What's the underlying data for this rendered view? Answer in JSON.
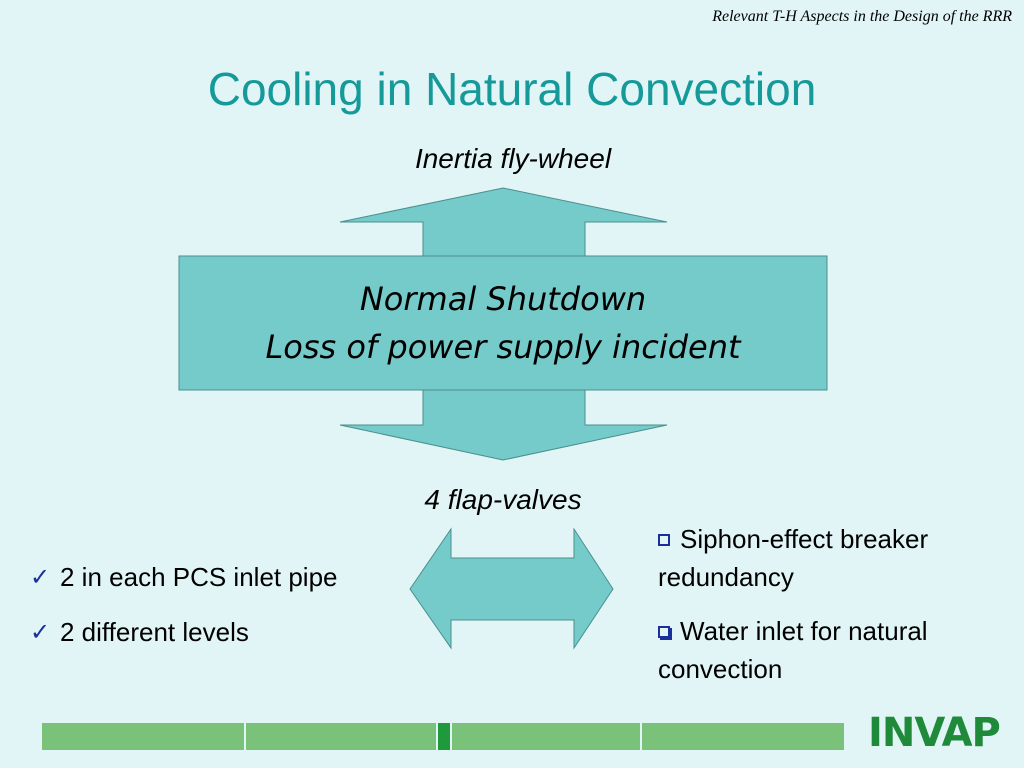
{
  "header": {
    "note": "Relevant T-H Aspects in the Design of the RRR"
  },
  "title": "Cooling  in Natural Convection",
  "diagram": {
    "top_label": "Inertia fly-wheel",
    "center_line1": "Normal Shutdown",
    "center_line2": "Loss of  power supply incident",
    "bottom_label": "4 flap-valves",
    "fill_color": "#75cbc9",
    "stroke_color": "#4a8f8d"
  },
  "left_list": {
    "items": [
      {
        "icon": "check-icon",
        "text": "2 in each PCS inlet pipe"
      },
      {
        "icon": "check-icon",
        "text": "2 different levels"
      }
    ]
  },
  "right_list": {
    "items": [
      {
        "icon": "square-bullet-icon",
        "text": "Siphon-effect breaker redundancy"
      },
      {
        "icon": "square-bullet-icon",
        "text": "Water inlet for natural convection"
      }
    ]
  },
  "footer": {
    "logo": "INVAP",
    "bar_color": "#7ac27a"
  }
}
